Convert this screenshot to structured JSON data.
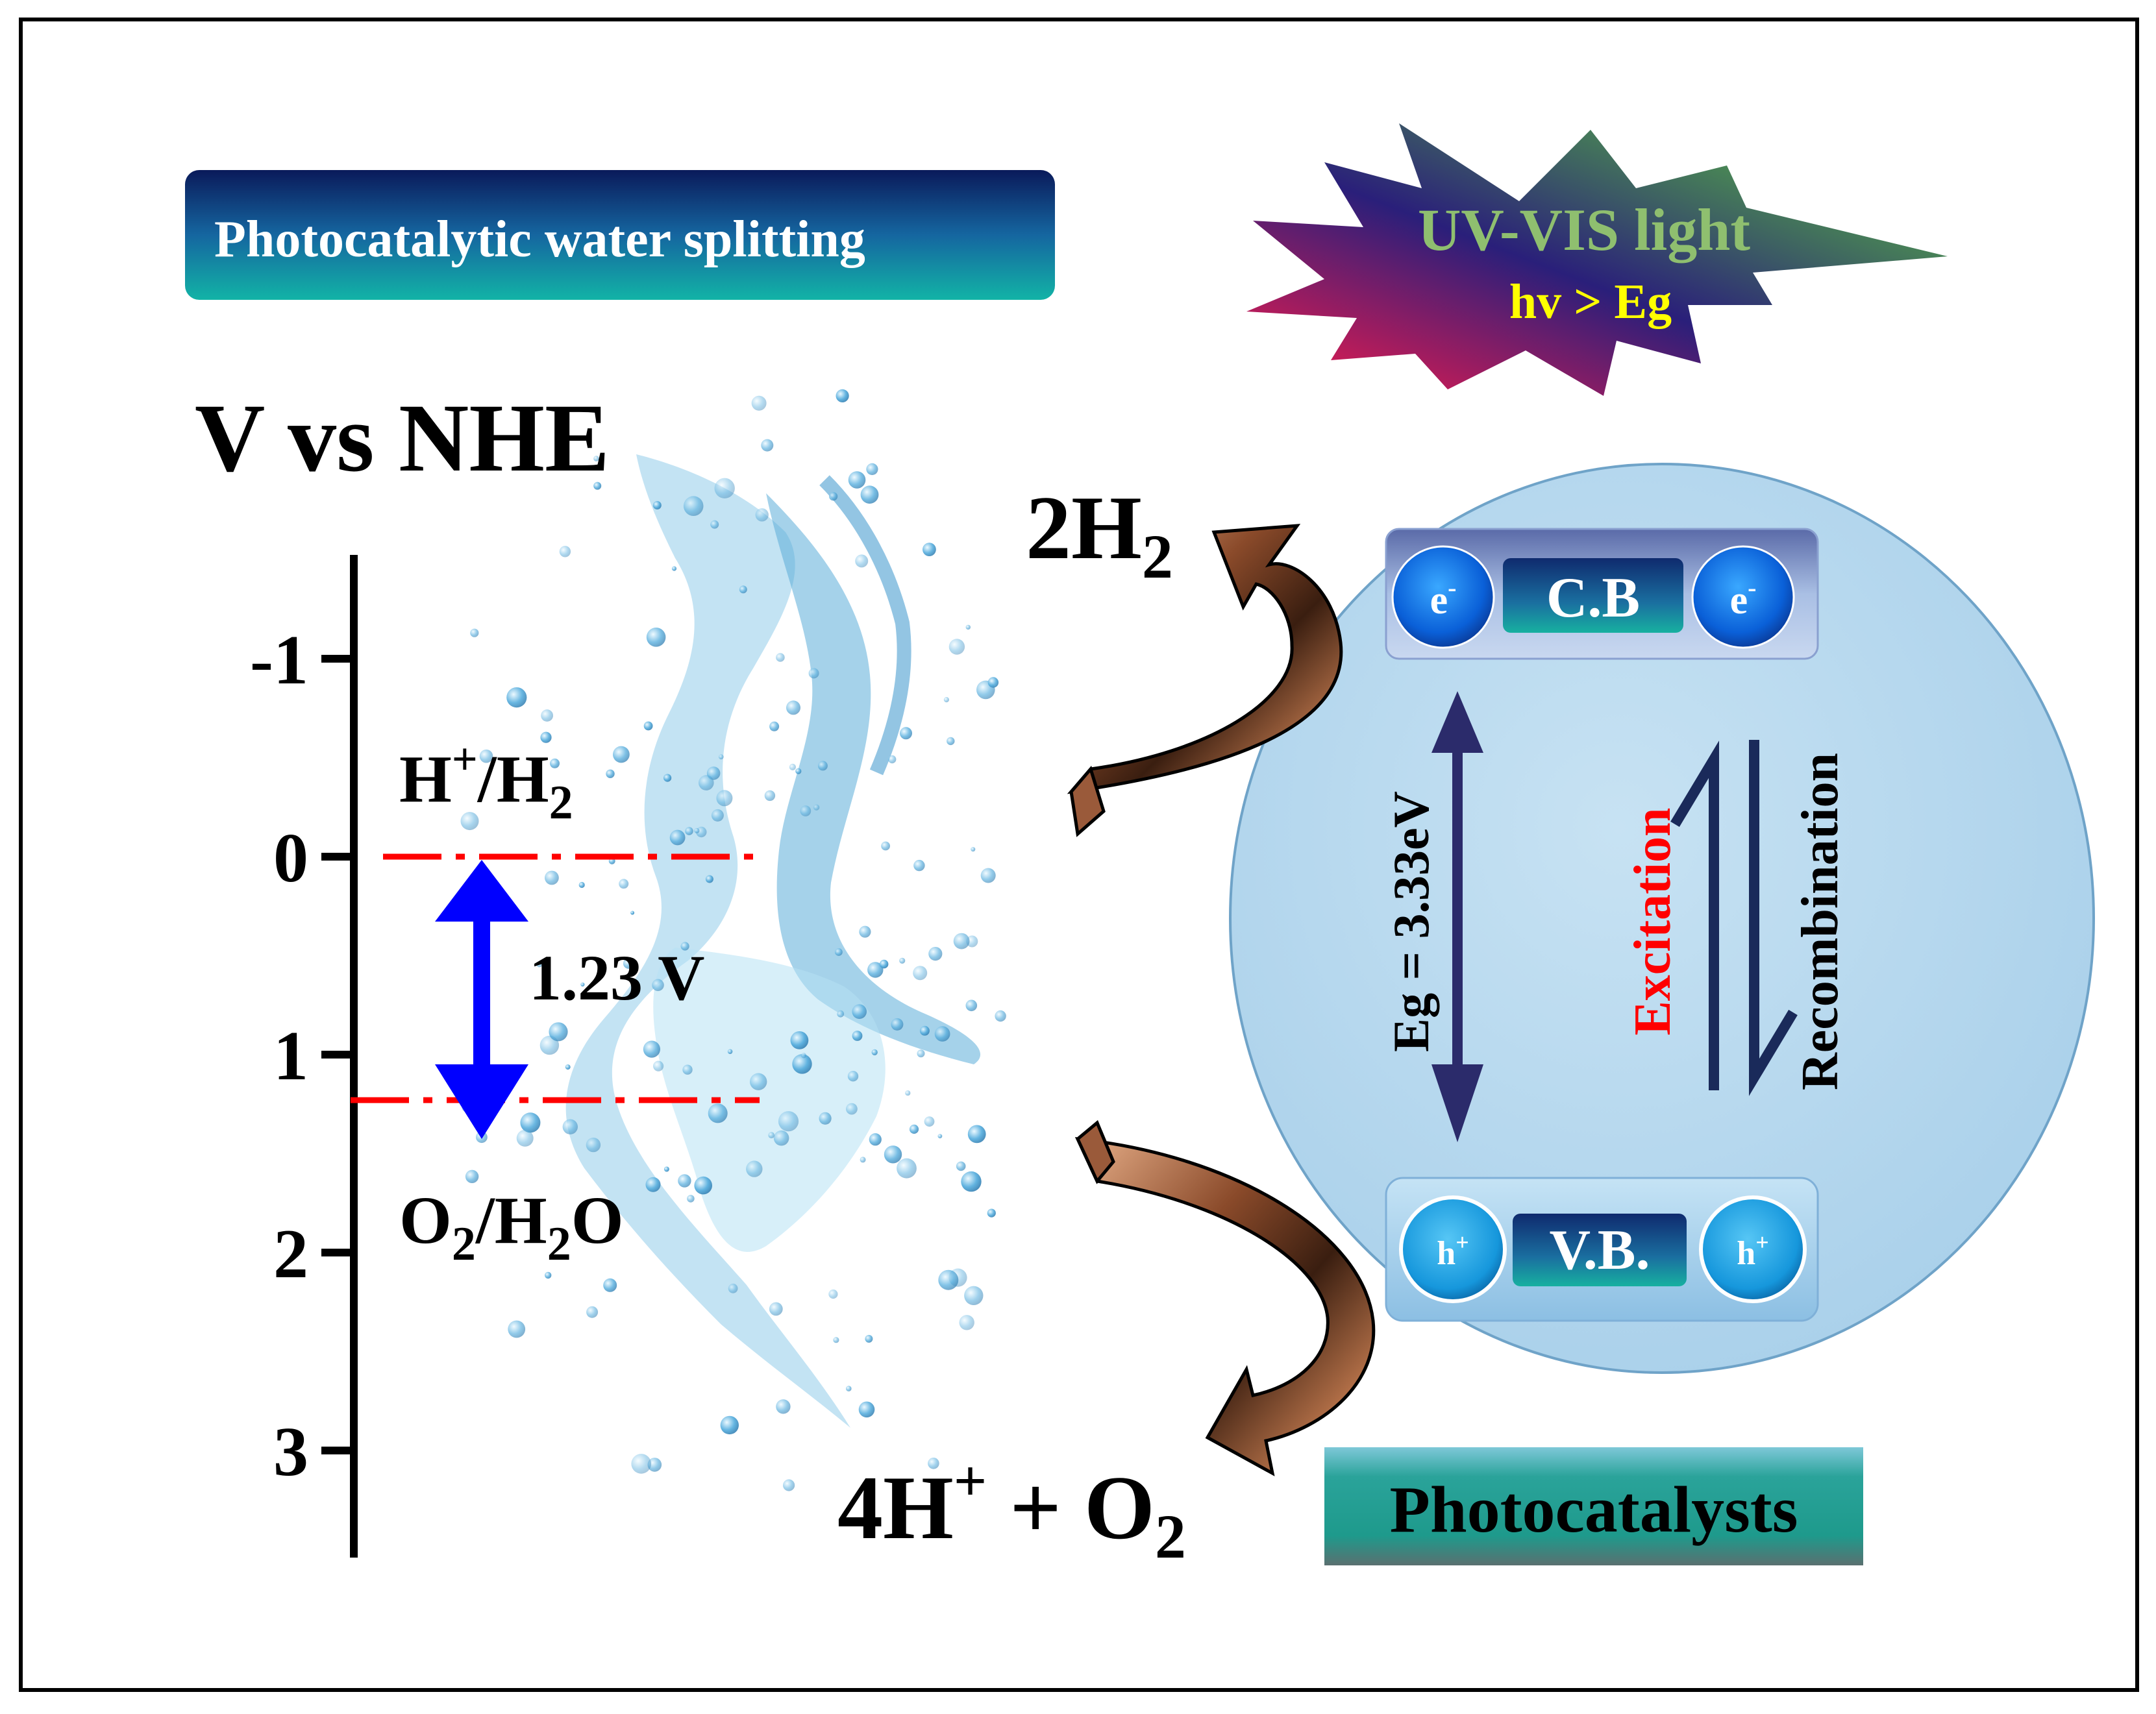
{
  "title_banner": {
    "text": "Photocatalytic water splitting"
  },
  "light_burst": {
    "line1": "UV-VIS light",
    "line2": "hv > Eg"
  },
  "axis": {
    "title": "V vs NHE",
    "ticks": [
      {
        "value": -1,
        "label": "-1"
      },
      {
        "value": 0,
        "label": "0"
      },
      {
        "value": 1,
        "label": "1"
      },
      {
        "value": 2,
        "label": "2"
      },
      {
        "value": 3,
        "label": "3"
      }
    ]
  },
  "redox": {
    "h_label": {
      "base1": "H",
      "sup": "+",
      "mid": "/H",
      "sub": "2"
    },
    "o_label": {
      "part1": "O",
      "sub1": "2",
      "mid": "/H",
      "sub2": "2",
      "end": "O"
    },
    "gap_label": "1.23 V"
  },
  "products": {
    "h2": {
      "base": "2H",
      "sub": "2"
    },
    "o2": {
      "base": "4H",
      "sup": "+",
      "mid": " + O",
      "sub": "2"
    }
  },
  "particle": {
    "cb": {
      "label": "C.B",
      "carrier": "e",
      "carrier_sup": "-"
    },
    "vb": {
      "label": "V.B.",
      "carrier": "h",
      "carrier_sup": "+"
    },
    "bandgap_label": "Eg = 3.33eV",
    "excitation_label": "Excitation",
    "recombination_label": "Recombination"
  },
  "caption_box": {
    "text": "Photocatalysts"
  },
  "colors": {
    "redox_line": "#ff0000",
    "gap_arrow": "#0000ff",
    "band_arrow": "#2b2b6b",
    "excitation_text": "#ff0000",
    "light_text_top": "#8fbf6f",
    "light_text_bottom": "#ffff00"
  }
}
